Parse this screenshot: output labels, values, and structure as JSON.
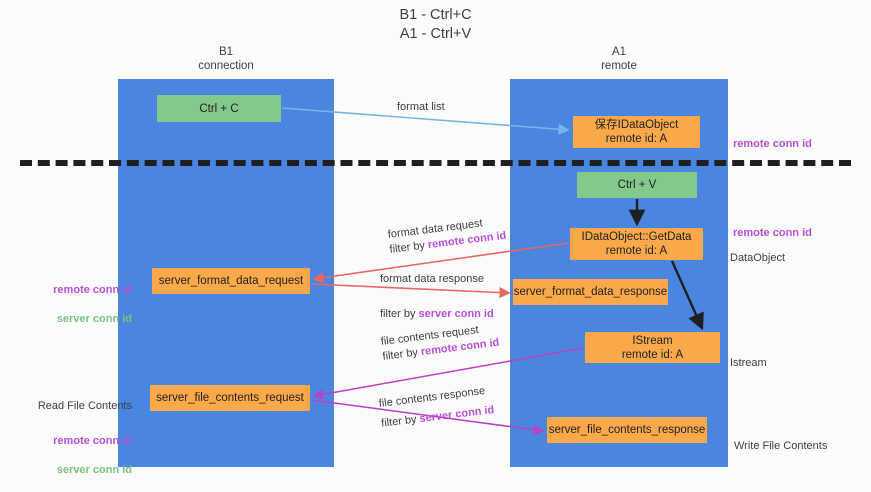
{
  "title": "B1 - Ctrl+C\nA1 - Ctrl+V",
  "lanes": [
    {
      "name": "b1",
      "header": "B1\nconnection"
    },
    {
      "name": "a1",
      "header": "A1\nremote"
    }
  ],
  "boxes": {
    "ctrl_c": "Ctrl + C",
    "save_idataobject": "保存IDataObject\nremote id: A",
    "ctrl_v": "Ctrl + V",
    "getdata": "IDataObject::GetData\nremote id: A",
    "server_format_data_request": "server_format_data_request",
    "server_format_data_response": "server_format_data_response",
    "istream": "IStream\nremote id: A",
    "server_file_contents_request": "server_file_contents_request",
    "server_file_contents_response": "server_file_contents_response"
  },
  "arrow_labels": {
    "format_list": "format list",
    "format_data_request": "format data request",
    "format_data_request_filter_prefix": "filter by ",
    "format_data_request_filter_key": "remote conn id",
    "format_data_response": "format data response",
    "format_data_response_filter_prefix": "filter by ",
    "format_data_response_filter_key": "server conn id",
    "file_contents_request": "file contents request",
    "file_contents_request_filter_prefix": "filter by ",
    "file_contents_request_filter_key": "remote conn id",
    "file_contents_response": "file contents response",
    "file_contents_response_filter_prefix": "filter by ",
    "file_contents_response_filter_key": "server conn id"
  },
  "annotations": {
    "right_remote_1": "remote conn id",
    "right_remote_2": "remote conn id",
    "right_dataobject": "DataObject",
    "right_istream": "Istream",
    "right_write_file_contents": "Write File Contents",
    "left_read_file_contents": "Read File Contents",
    "left_remote_conn_id": "remote conn id",
    "left_server_conn_id": "server conn id",
    "left_remote_conn_id_2": "remote conn id",
    "left_server_conn_id_2": "server conn id"
  },
  "colors": {
    "lane_blue": "#4a86e0",
    "box_orange": "#f9a94a",
    "box_green": "#84c98b",
    "arrow_light_blue": "#78b4e8",
    "arrow_red": "#e8685f",
    "arrow_magenta": "#bd3fc4",
    "arrow_black": "#1f1f1f",
    "text_remote": "#b84fd4",
    "text_server": "#79c47f",
    "background": "#fbfbfb"
  }
}
